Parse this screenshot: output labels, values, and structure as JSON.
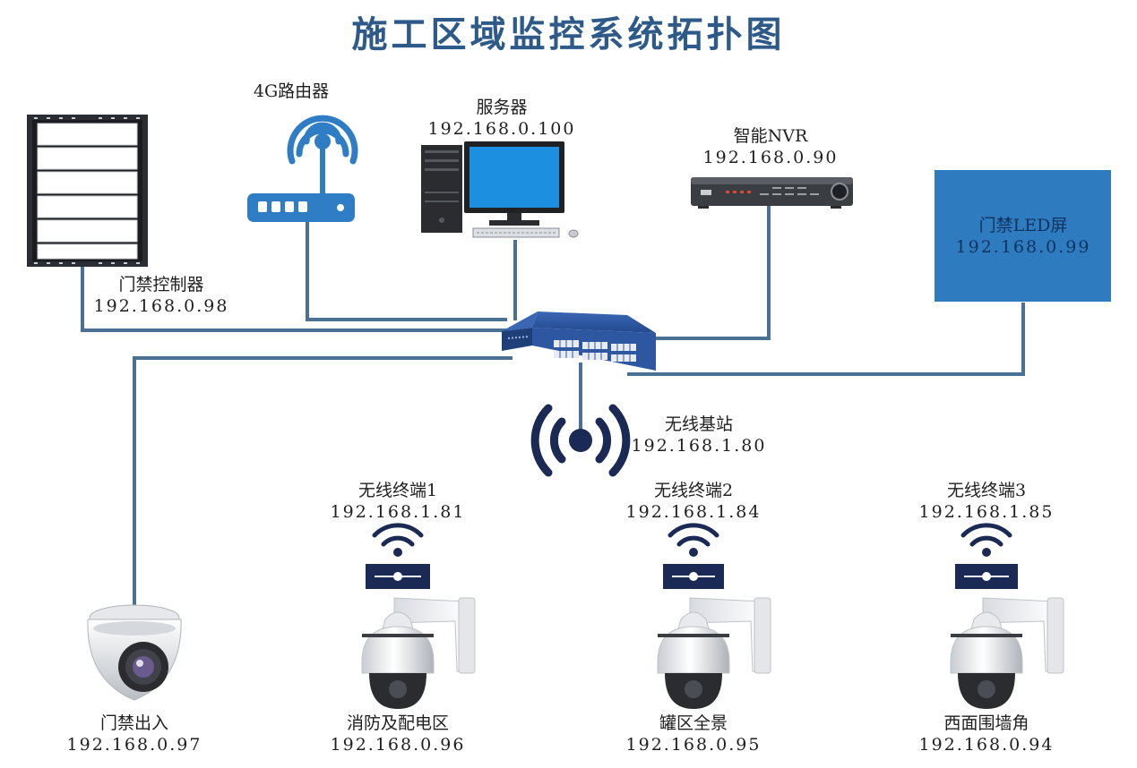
{
  "title": "施工区域监控系统拓扑图",
  "nodes": {
    "access_controller": {
      "name": "门禁控制器",
      "ip": "192.168.0.98"
    },
    "router_4g": {
      "name": "4G路由器"
    },
    "server": {
      "name": "服务器",
      "ip": "192.168.0.100"
    },
    "nvr": {
      "name": "智能NVR",
      "ip": "192.168.0.90"
    },
    "led_screen": {
      "name": "门禁LED屏",
      "ip": "192.168.0.99"
    },
    "base_station": {
      "name": "无线基站",
      "ip": "192.168.1.80"
    },
    "terminal_1": {
      "name": "无线终端1",
      "ip": "192.168.1.81"
    },
    "terminal_2": {
      "name": "无线终端2",
      "ip": "192.168.1.84"
    },
    "terminal_3": {
      "name": "无线终端3",
      "ip": "192.168.1.85"
    },
    "camera_gate": {
      "name": "门禁出入",
      "ip": "192.168.0.97"
    },
    "camera_fire": {
      "name": "消防及配电区",
      "ip": "192.168.0.96"
    },
    "camera_tank": {
      "name": "罐区全景",
      "ip": "192.168.0.95"
    },
    "camera_west": {
      "name": "西面围墙角",
      "ip": "192.168.0.94"
    }
  },
  "colors": {
    "title": "#2d5a88",
    "link": "#4a7193",
    "led_screen": "#2e7bbf",
    "terminal": "#1a2a55",
    "switch": "#2d57a0"
  }
}
